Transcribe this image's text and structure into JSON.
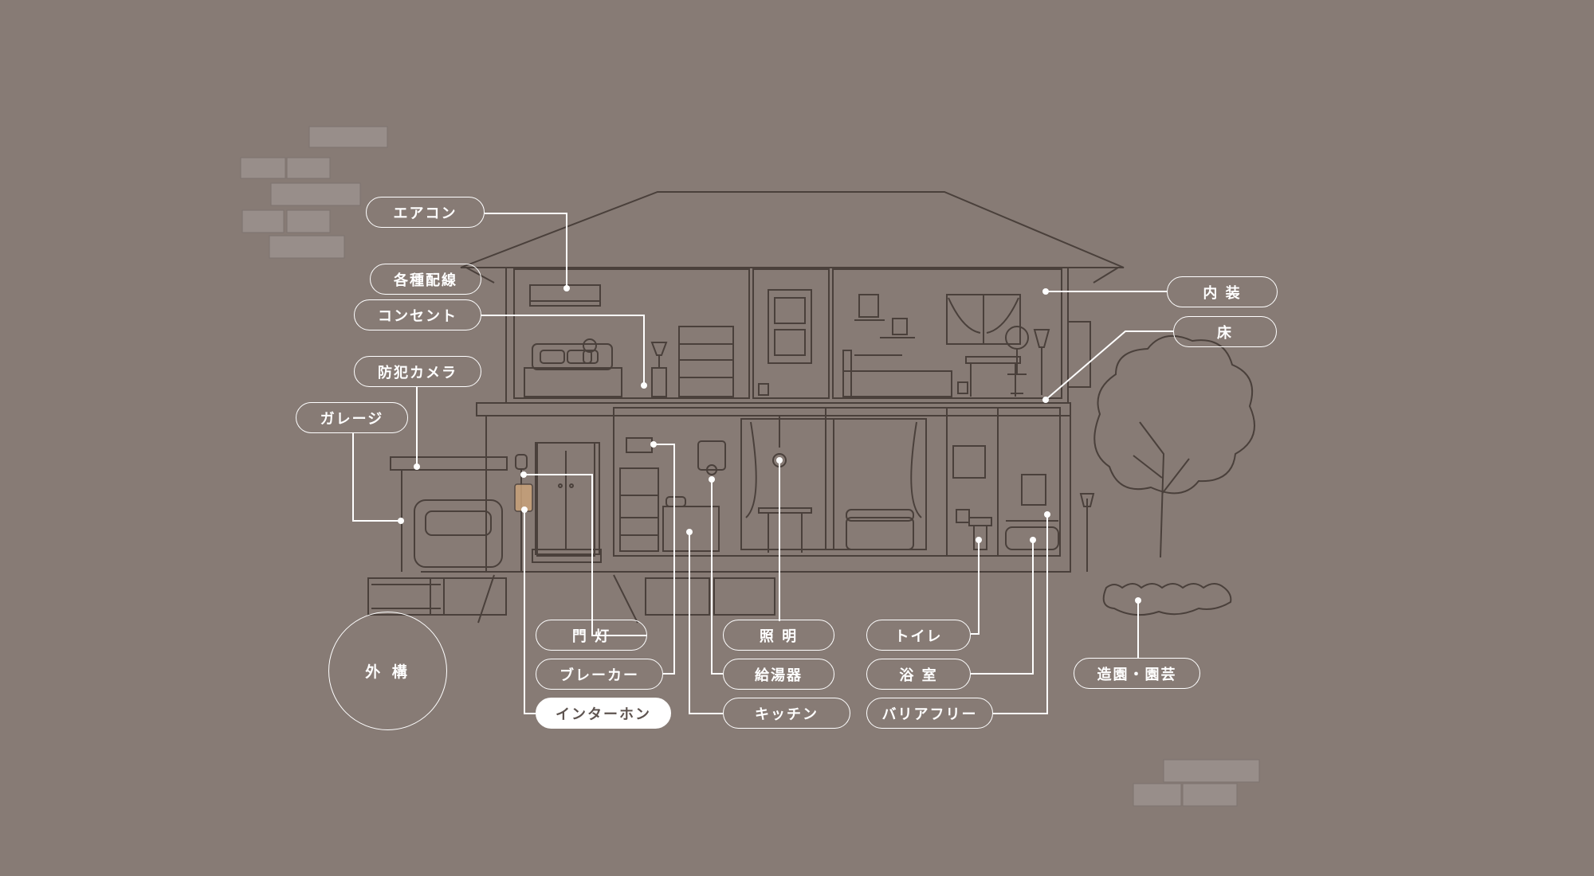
{
  "colors": {
    "background": "#877b75",
    "line": "#4a403b",
    "leader": "#ffffff",
    "brick": "#9a918d",
    "active_fill": "#ffffff",
    "active_text": "#5e5450",
    "intercom_highlight": "#c9a27a"
  },
  "exterior_button": {
    "label": "外 構"
  },
  "labels": {
    "aircon": "エアコン",
    "wiring": "各種配線",
    "outlet": "コンセント",
    "security_camera": "防犯カメラ",
    "garage": "ガレージ",
    "interior": "内 装",
    "floor": "床",
    "gate_light": "門 灯",
    "breaker": "ブレーカー",
    "intercom": "インターホン",
    "lighting": "照 明",
    "water_heater": "給湯器",
    "kitchen": "キッチン",
    "toilet": "トイレ",
    "bathroom": "浴 室",
    "barrier_free": "バリアフリー",
    "landscaping": "造園・園芸"
  },
  "active_item": "intercom"
}
